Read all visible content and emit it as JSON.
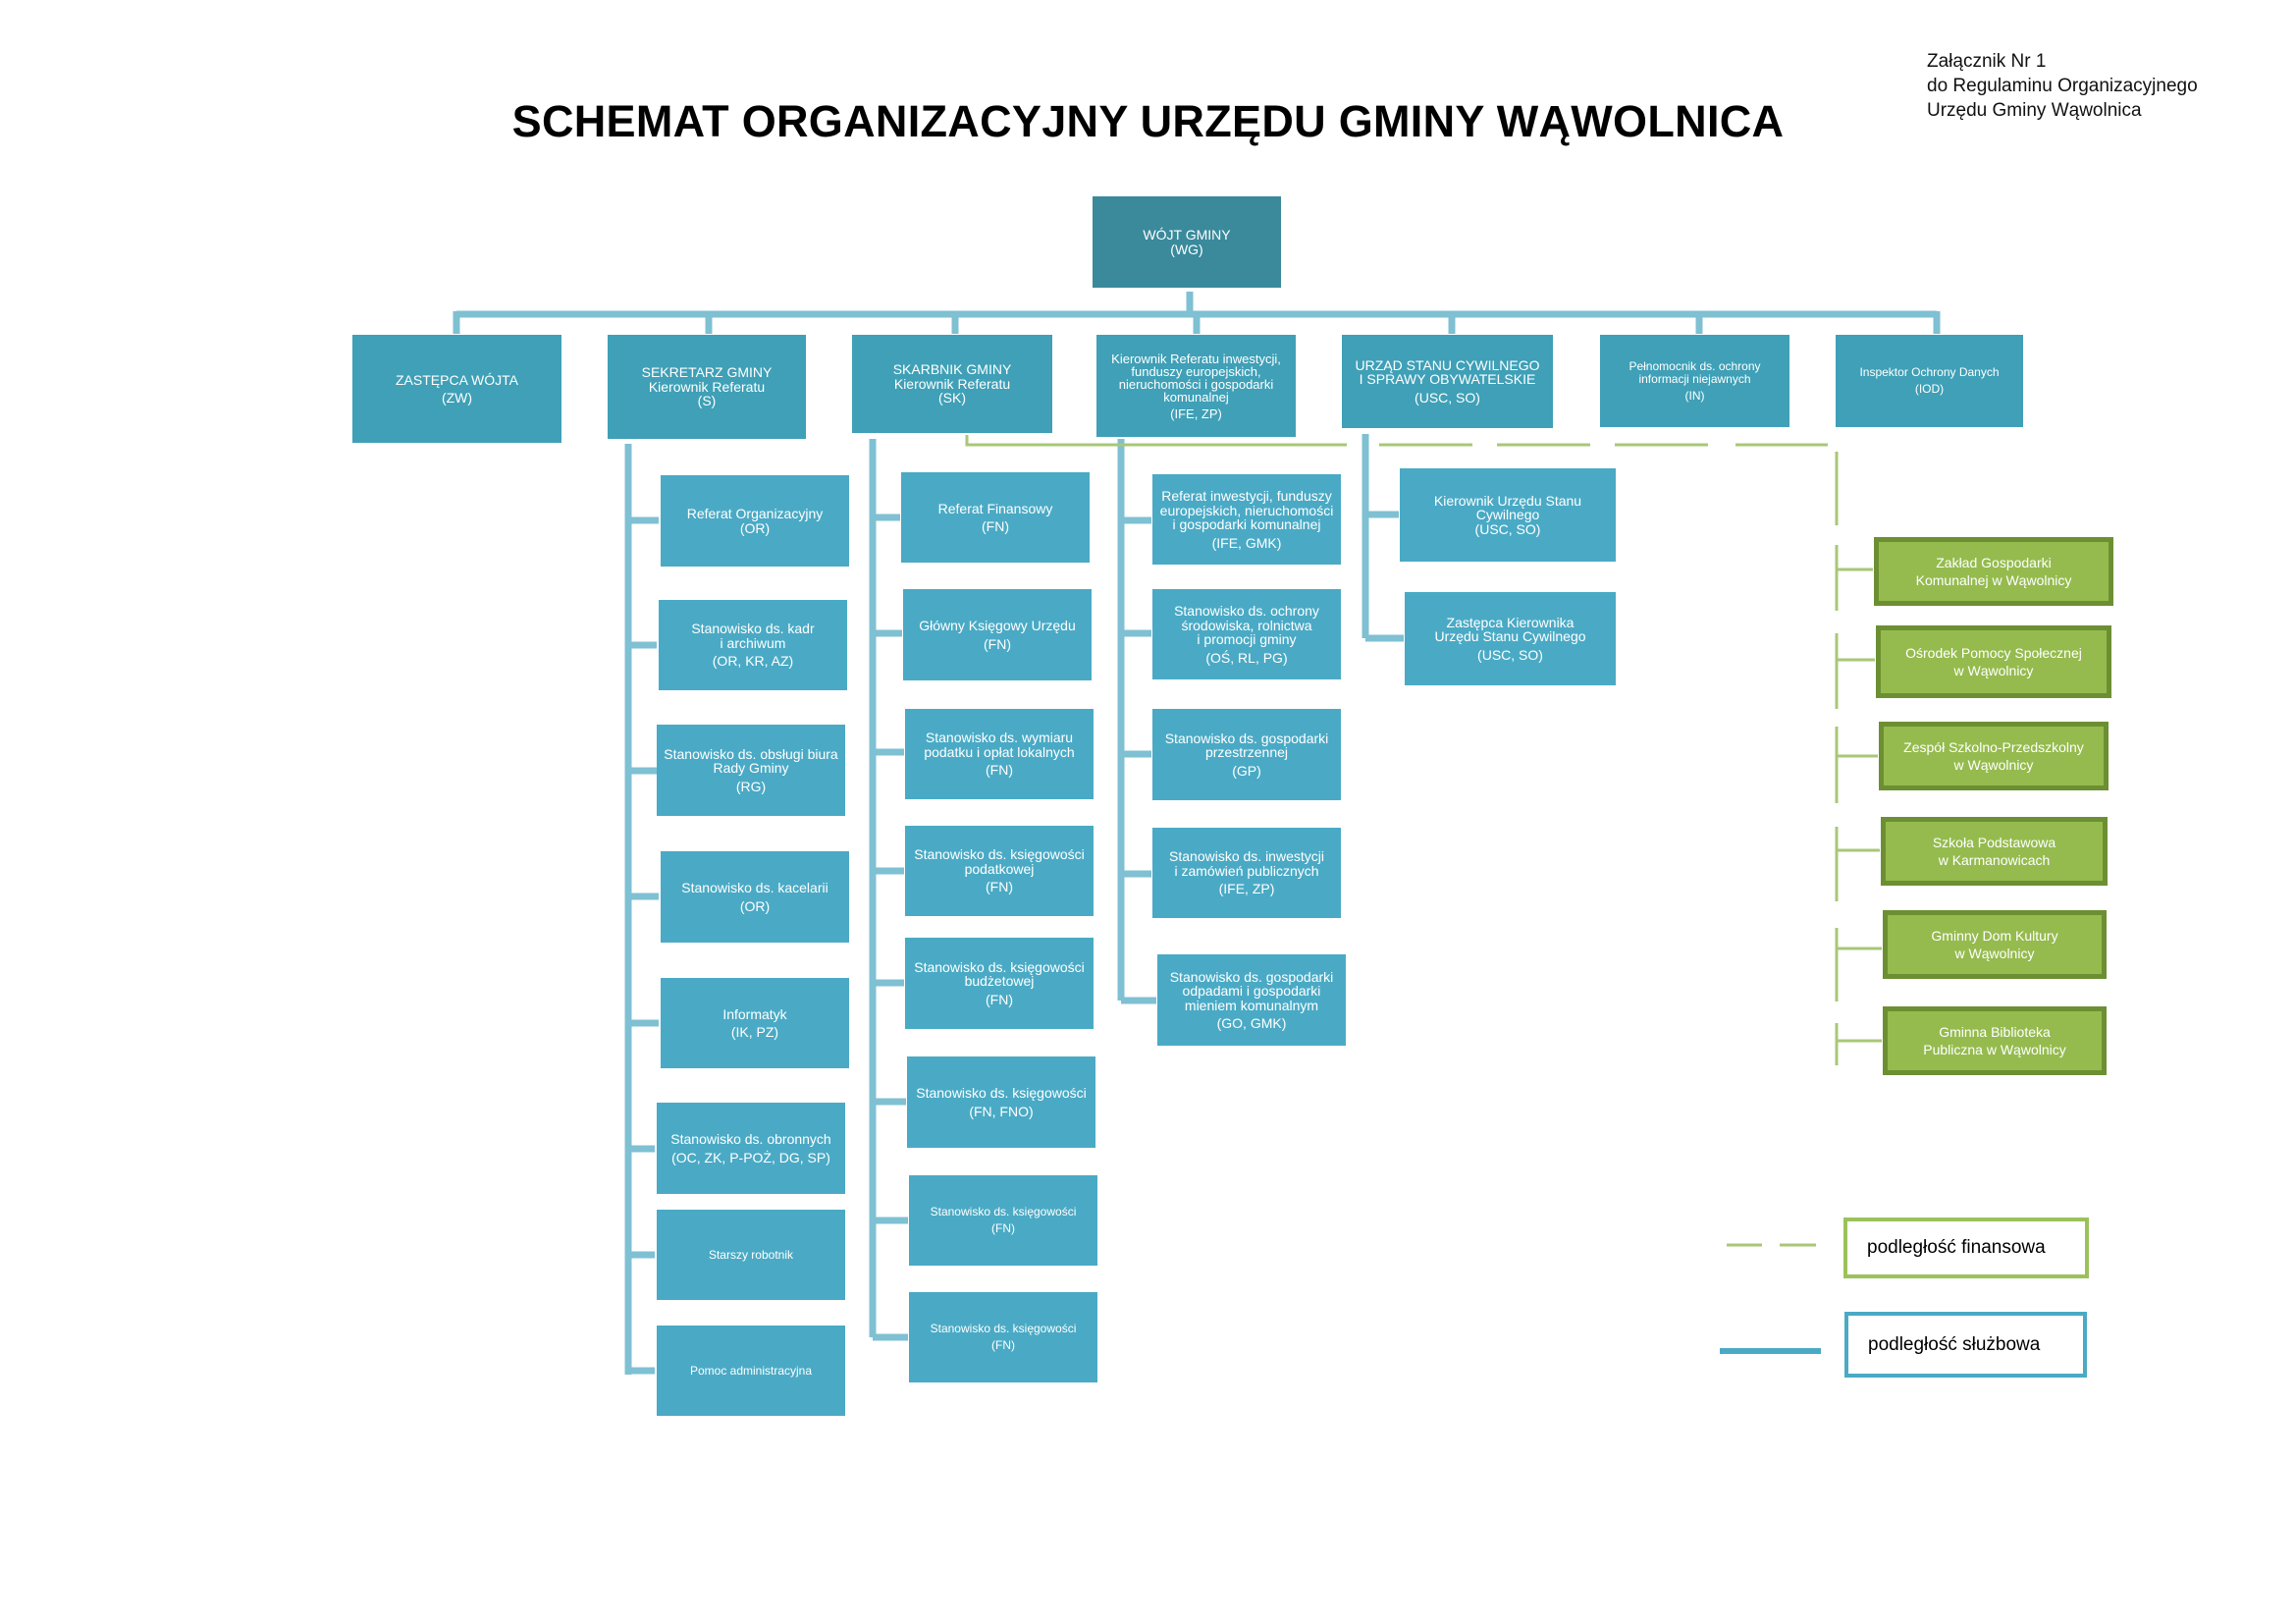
{
  "annex": {
    "line1": "Załącznik Nr 1",
    "line2": "do Regulaminu Organizacyjnego",
    "line3": "Urzędu Gminy Wąwolnica"
  },
  "title": "SCHEMAT ORGANIZACYJNY URZĘDU GMINY WĄWOLNICA",
  "top": {
    "name": "WÓJT GMINY",
    "code": "(WG)"
  },
  "heads": [
    {
      "name": "ZASTĘPCA WÓJTA",
      "code": "(ZW)"
    },
    {
      "name": "SEKRETARZ GMINY\nKierownik Referatu",
      "code": "(S)"
    },
    {
      "name": "SKARBNIK GMINY\nKierownik Referatu",
      "code": "(SK)"
    },
    {
      "name": "Kierownik Referatu inwestycji,\nfunduszy europejskich,\nnieruchomości i gospodarki\nkomunalnej",
      "code": "(IFE, ZP)"
    },
    {
      "name": "URZĄD STANU CYWILNEGO\nI SPRAWY OBYWATELSKIE",
      "code": "(USC, SO)"
    },
    {
      "name": "Pełnomocnik ds. ochrony\ninformacji niejawnych",
      "code": "(IN)"
    },
    {
      "name": "Inspektor Ochrony Danych",
      "code": "(IOD)"
    }
  ],
  "secretary_units": [
    {
      "name": "Referat Organizacyjny",
      "code": "(OR)"
    },
    {
      "name": "Stanowisko ds. kadr\ni archiwum",
      "code": "(OR, KR, AZ)"
    },
    {
      "name": "Stanowisko ds. obsługi biura\nRady Gminy",
      "code": "(RG)"
    },
    {
      "name": "Stanowisko ds. kacelarii",
      "code": "(OR)"
    },
    {
      "name": "Informatyk",
      "code": "(IK, PZ)"
    },
    {
      "name": "Stanowisko ds. obronnych",
      "code": "(OC, ZK, P-POŻ, DG, SP)"
    },
    {
      "name": "Starszy robotnik",
      "code": ""
    },
    {
      "name": "Pomoc administracyjna",
      "code": ""
    }
  ],
  "treasurer_units": [
    {
      "name": "Referat Finansowy",
      "code": "(FN)"
    },
    {
      "name": "Główny Księgowy Urzędu",
      "code": "(FN)"
    },
    {
      "name": "Stanowisko ds. wymiaru\npodatku i opłat lokalnych",
      "code": "(FN)"
    },
    {
      "name": "Stanowisko ds. księgowości\npodatkowej",
      "code": "(FN)"
    },
    {
      "name": "Stanowisko ds. księgowości\nbudżetowej",
      "code": "(FN)"
    },
    {
      "name": "Stanowisko ds. księgowości",
      "code": "(FN, FNO)"
    },
    {
      "name": "Stanowisko ds. księgowości",
      "code": "(FN)"
    },
    {
      "name": "Stanowisko ds. księgowości",
      "code": "(FN)"
    }
  ],
  "investment_units": [
    {
      "name": "Referat inwestycji, funduszy\neuropejskich, nieruchomości\ni gospodarki komunalnej",
      "code": "(IFE, GMK)"
    },
    {
      "name": "Stanowisko ds. ochrony\nśrodowiska, rolnictwa\ni promocji gminy",
      "code": "(OŚ, RL, PG)"
    },
    {
      "name": "Stanowisko ds. gospodarki\nprzestrzennej",
      "code": "(GP)"
    },
    {
      "name": "Stanowisko ds. inwestycji\ni zamówień publicznych",
      "code": "(IFE, ZP)"
    },
    {
      "name": "Stanowisko ds. gospodarki\nodpadami i gospodarki\nmieniem komunalnym",
      "code": "(GO, GMK)"
    }
  ],
  "usc_units": [
    {
      "name": "Kierownik Urzędu Stanu Cywilnego",
      "code": "(USC, SO)"
    },
    {
      "name": "Zastępca Kierownika\nUrzędu Stanu Cywilnego",
      "code": "(USC, SO)"
    }
  ],
  "subsidiaries": [
    "Zakład Gospodarki\nKomunalnej w Wąwolnicy",
    "Ośrodek Pomocy Społecznej\nw Wąwolnicy",
    "Zespół Szkolno-Przedszkolny\nw Wąwolnicy",
    "Szkoła Podstawowa\nw Karmanowicach",
    "Gminny Dom Kultury\nw Wąwolnicy",
    "Gminna Biblioteka\nPubliczna w Wąwolnicy"
  ],
  "legend": {
    "financial": "podległość finansowa",
    "service": "podległość służbowa"
  },
  "colors": {
    "blue_box": "#4aaac5",
    "top_box": "#3a8a9c",
    "connector": "#7fc0d3",
    "green_box": "#95bb4e",
    "green_border": "#6d8f33",
    "green_line": "#a8c777"
  }
}
